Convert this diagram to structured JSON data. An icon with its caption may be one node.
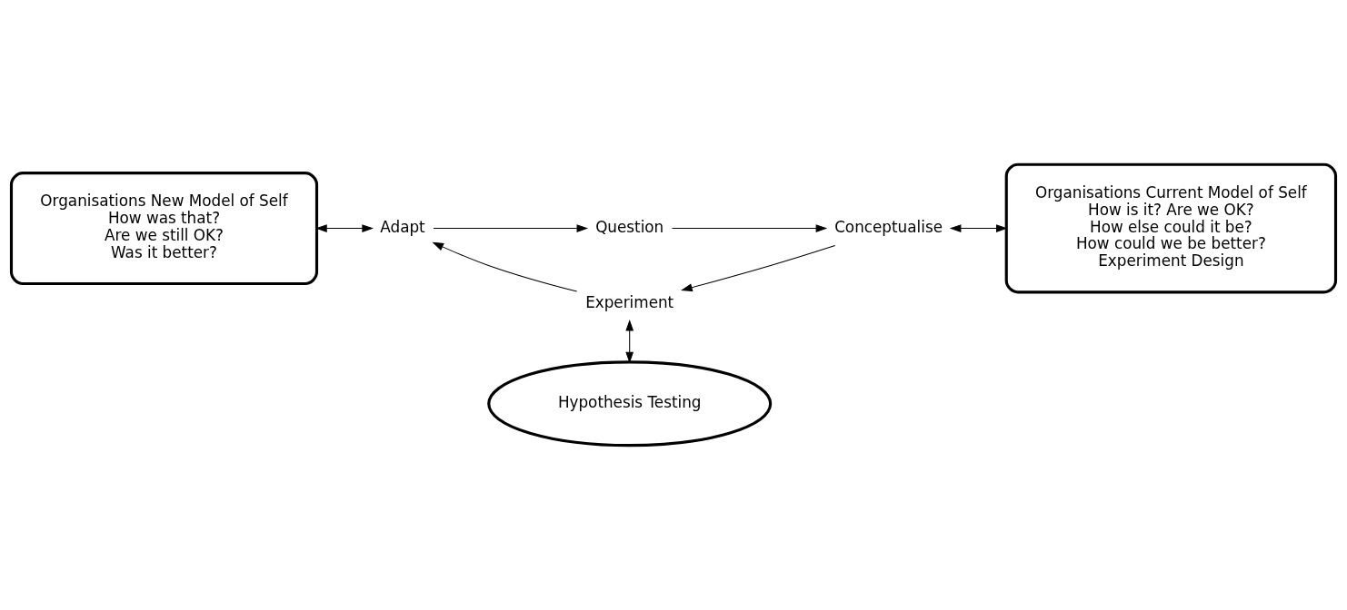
{
  "diagram": {
    "nodes": [
      {
        "text": [
          "Organisations New Model of Self",
          "How was that?",
          "Are we still OK?",
          "Was it better?"
        ]
      },
      {
        "text": [
          "Question"
        ]
      },
      {
        "text": [
          "Adapt"
        ]
      },
      {
        "text": [
          "Conceptualise"
        ]
      },
      {
        "text": [
          "Organisations Current Model of Self",
          "How is it? Are we OK?",
          "How else could it be?",
          "How could we be better?",
          "Experiment Design"
        ]
      },
      {
        "text": [
          "Experiment"
        ]
      },
      {
        "text": [
          "Hypothesis Testing"
        ]
      }
    ],
    "edges": [
      {
        "from": 2,
        "to": 1,
        "arrow": "to"
      },
      {
        "from": 1,
        "to": 3,
        "arrow": "to"
      },
      {
        "from": 3,
        "to": 5,
        "arrow": "to"
      },
      {
        "from": 5,
        "to": 2,
        "arrow": "to"
      },
      {
        "from": 0,
        "to": 2,
        "arrow": "both"
      },
      {
        "from": 3,
        "to": 4,
        "arrow": "both"
      },
      {
        "from": 5,
        "to": 6,
        "arrow": "both"
      }
    ]
  }
}
